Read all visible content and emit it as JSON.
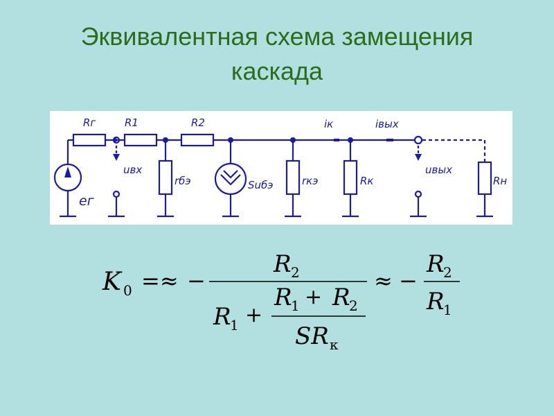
{
  "title": {
    "line1": "Эквивалентная схема замещения",
    "line2": "каскада"
  },
  "circuit": {
    "labels": {
      "r_g": "Rг",
      "r1": "R1",
      "r2": "R2",
      "i_k": "iк",
      "i_out": "iвых",
      "u_in": "uвх",
      "r_be": "rбэ",
      "s_u_be": "Suбэ",
      "r_ke": "rкэ",
      "r_k": "Rк",
      "u_out": "uвых",
      "r_n": "Rн",
      "e_g": "eг"
    },
    "colors": {
      "wire": "#1a1aa8",
      "background": "#ffffff"
    }
  },
  "formula": {
    "k0": "K",
    "k0_sub": "0",
    "equals_approx": "=≈",
    "minus": "−",
    "num1": "R",
    "num1_sub": "2",
    "den1_r1": "R",
    "den1_r1_sub": "1",
    "plus": "+",
    "inner_num_r1": "R",
    "inner_num_r1_sub": "1",
    "inner_plus": "+",
    "inner_num_r2": "R",
    "inner_num_r2_sub": "2",
    "inner_den": "SR",
    "inner_den_sub": "к",
    "approx": "≈",
    "minus2": "−",
    "num2": "R",
    "num2_sub": "2",
    "den2": "R",
    "den2_sub": "1"
  },
  "colors": {
    "background": "#b2dfe0",
    "title": "#2e6b1a"
  }
}
